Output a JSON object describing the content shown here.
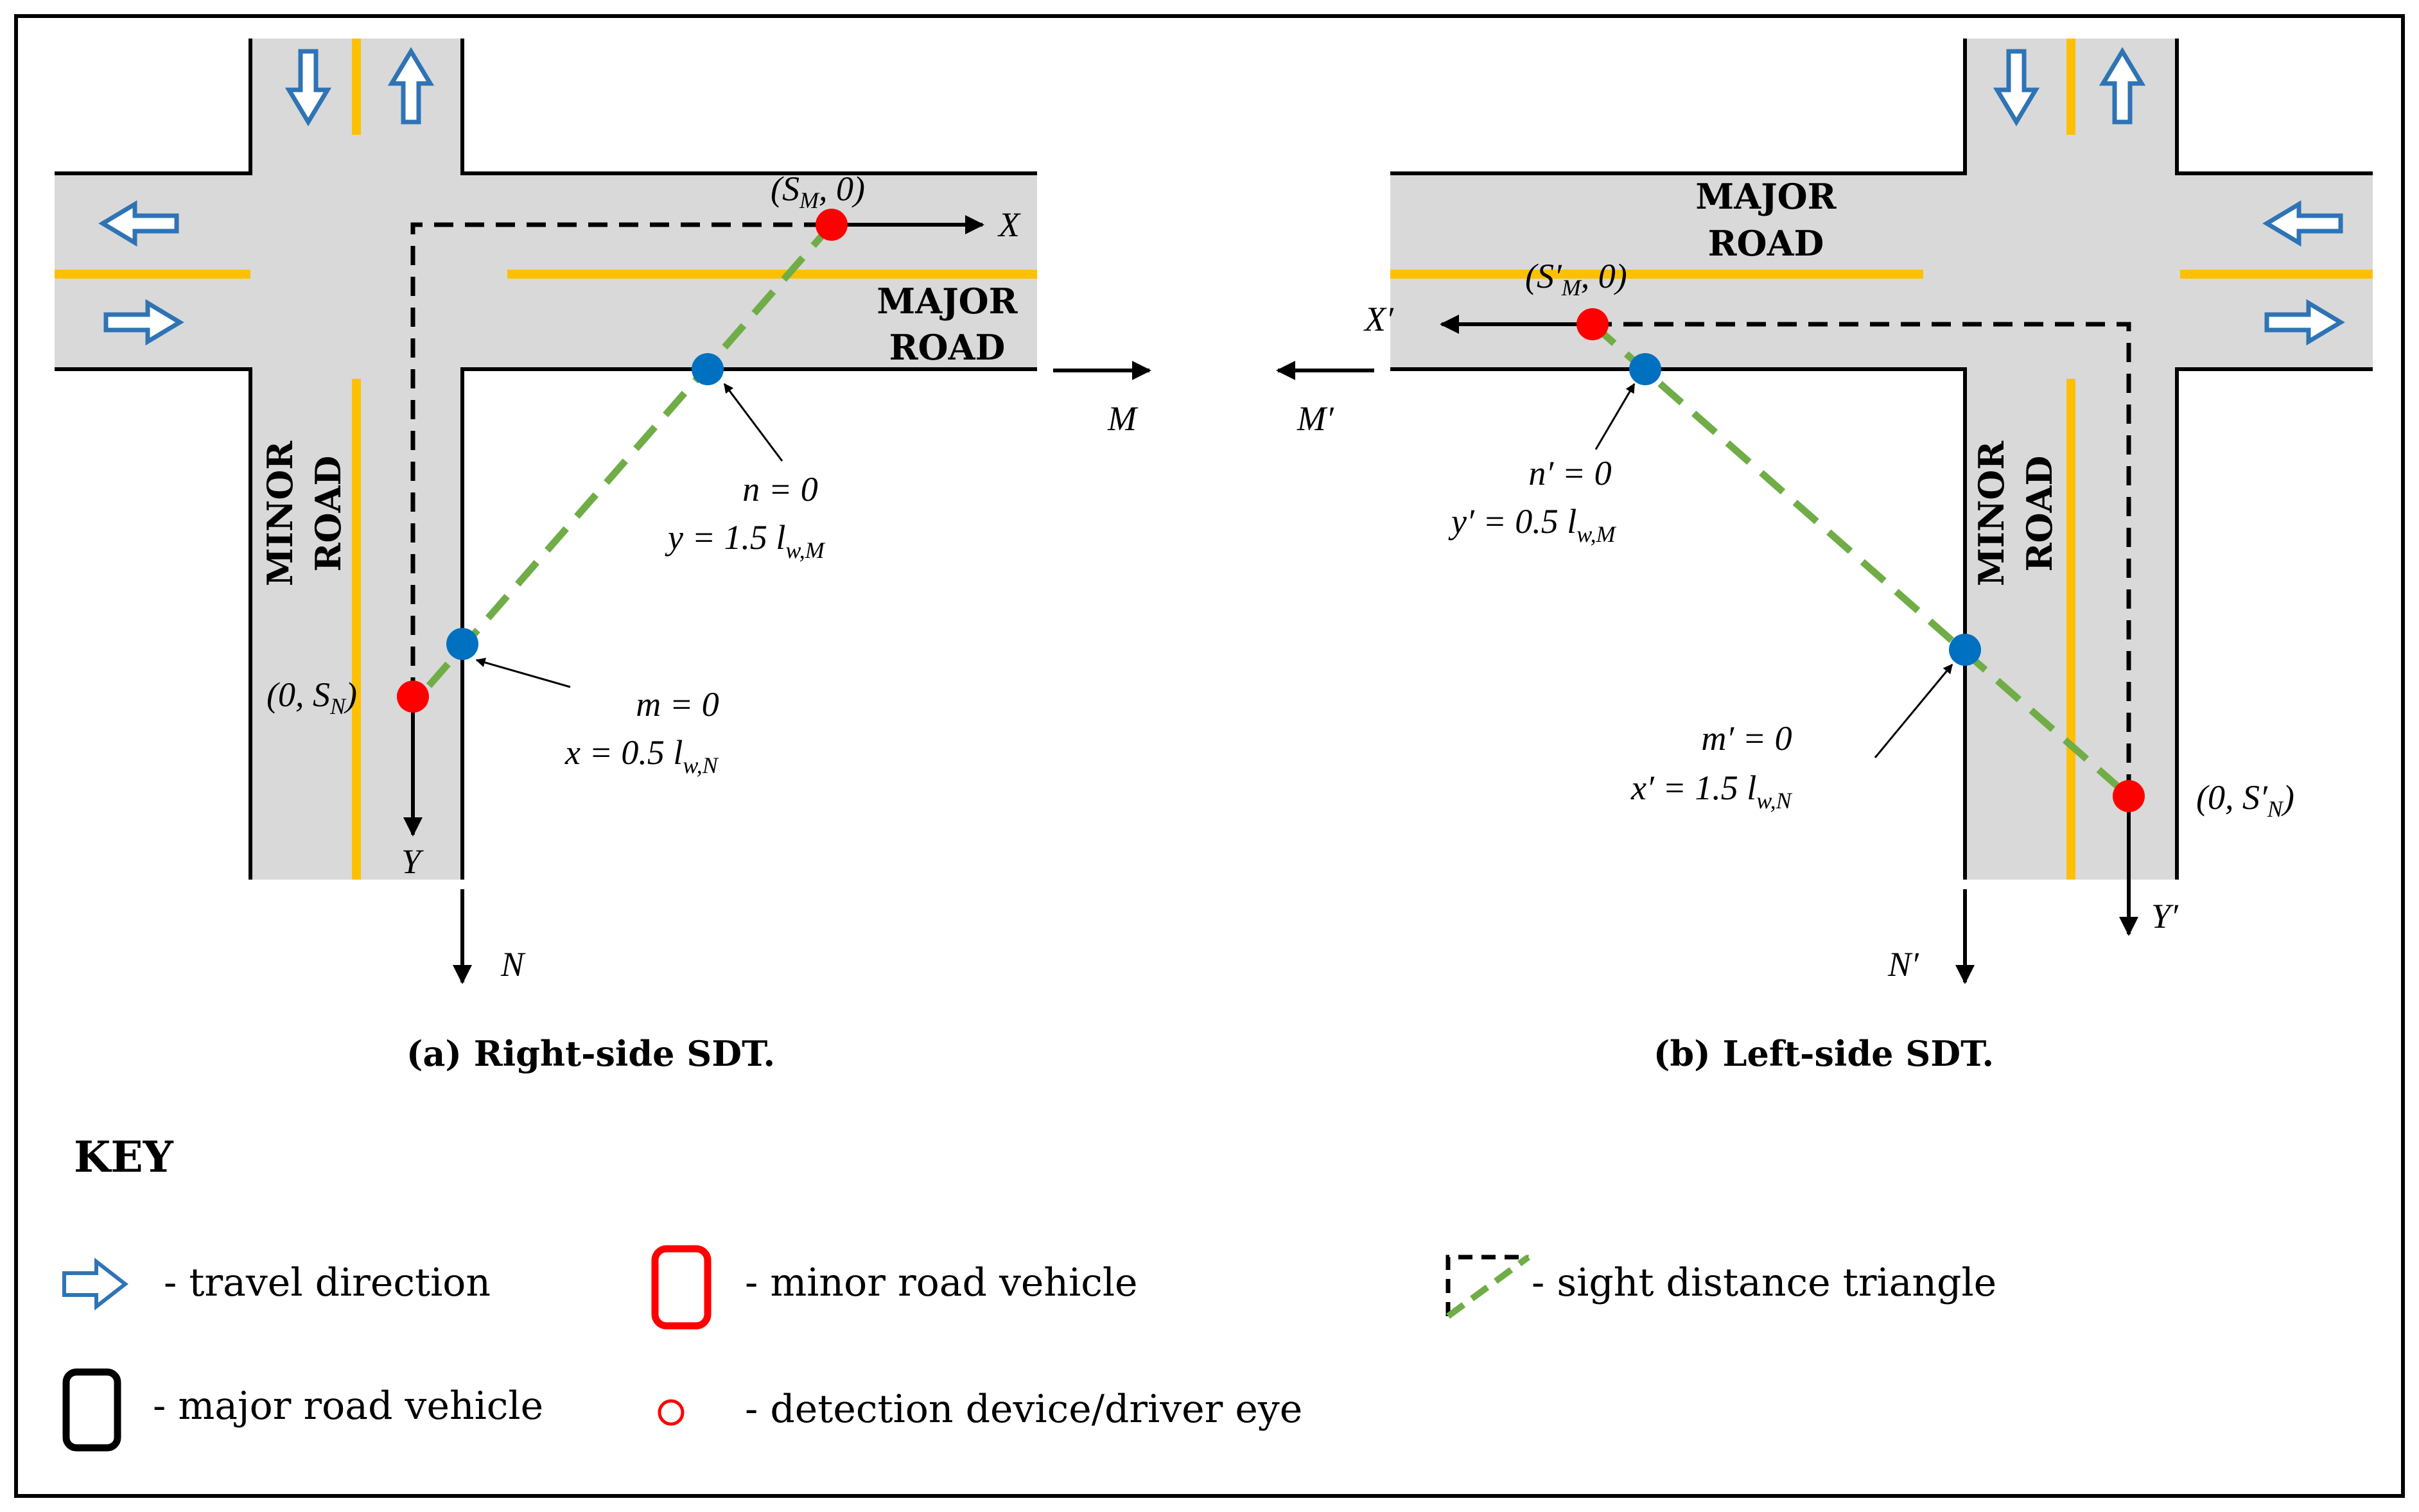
{
  "colors": {
    "road": "#d9d9d9",
    "road_edge": "#000000",
    "center_line": "#ffc000",
    "arrow": "#2e74b5",
    "sight_line": "#70ad47",
    "driver_eye": "#ff0000",
    "detection": "#0070c0",
    "axis": "#000000"
  },
  "panel_a": {
    "caption": "(a) Right-side SDT.",
    "major_road_label_1": "MAJOR",
    "major_road_label_2": "ROAD",
    "minor_road_label_1": "MINOR",
    "minor_road_label_2": "ROAD",
    "point_major": "(S",
    "point_major_sub": "M",
    "point_major_tail": ", 0)",
    "point_minor": "(0, S",
    "point_minor_sub": "N",
    "point_minor_tail": ")",
    "axis_x": "X",
    "axis_y": "Y",
    "axis_m": "M",
    "axis_n": "N",
    "n_eq": "n = 0",
    "y_eq": "y = 1.5 l",
    "y_eq_sub": "w,M",
    "m_eq": "m = 0",
    "x_eq": "x = 0.5 l",
    "x_eq_sub": "w,N"
  },
  "panel_b": {
    "caption": "(b) Left-side SDT.",
    "major_road_label_1": "MAJOR",
    "major_road_label_2": "ROAD",
    "minor_road_label_1": "MINOR",
    "minor_road_label_2": "ROAD",
    "point_major": "(S′",
    "point_major_sub": "M",
    "point_major_tail": ", 0)",
    "point_minor": "(0, S′",
    "point_minor_sub": "N",
    "point_minor_tail": ")",
    "axis_x": "X′",
    "axis_y": "Y′",
    "axis_m": "M′",
    "axis_n": "N′",
    "n_eq": "n′ = 0",
    "y_eq": "y′ = 0.5 l",
    "y_eq_sub": "w,M",
    "m_eq": "m′ = 0",
    "x_eq": "x′ = 1.5 l",
    "x_eq_sub": "w,N"
  },
  "key": {
    "title": "KEY",
    "travel_direction": "- travel direction",
    "minor_road_vehicle": "- minor road vehicle",
    "sight_distance_triangle": "- sight distance triangle",
    "major_road_vehicle": "- major road vehicle",
    "detection_device": "- detection device/driver eye"
  }
}
